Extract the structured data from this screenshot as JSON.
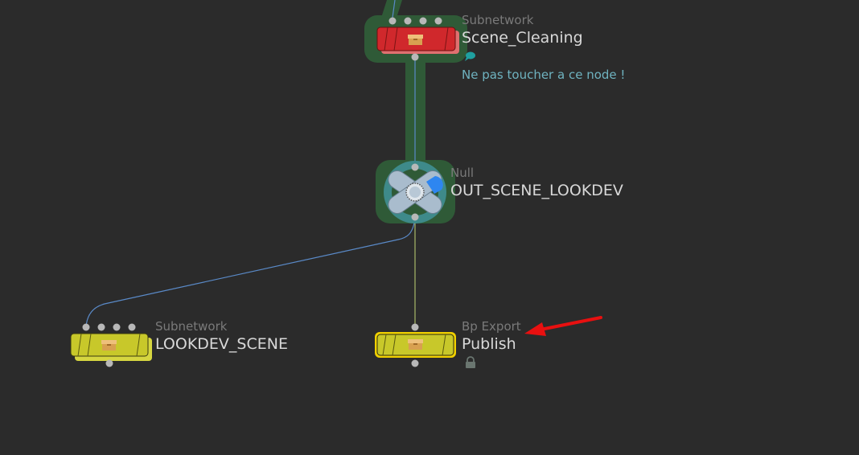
{
  "network_editor": {
    "colors": {
      "background": "#2b2b2b",
      "selection_glow": "#2f5a37",
      "wire_blue": "#5a8ac8",
      "wire_yellow_green": "#a8b86a",
      "port": "#b8b8b8",
      "red_node": "#d0282c",
      "yellow_node": "#c8c82a",
      "null_ring": "#3e8a8a",
      "annotation_arrow": "#e81010"
    },
    "nodes": [
      {
        "id": "scene_cleaning",
        "type": "Subnetwork",
        "name": "Scene_Cleaning",
        "icon": "box-icon",
        "color": "#d0282c",
        "selected": true,
        "comment_icon": "speech-bubble-icon",
        "comment": "Ne pas toucher a ce node !"
      },
      {
        "id": "out_scene_lookdev",
        "type": "Null",
        "name": "OUT_SCENE_LOOKDEV",
        "icon": "null-cross-icon",
        "selected": true
      },
      {
        "id": "lookdev_scene",
        "type": "Subnetwork",
        "name": "LOOKDEV_SCENE",
        "icon": "box-icon",
        "color": "#c8c82a"
      },
      {
        "id": "publish",
        "type": "Bp Export",
        "name": "Publish",
        "icon": "box-icon",
        "color": "#c8c82a",
        "current": true,
        "lock_icon": "lock-icon"
      }
    ]
  }
}
